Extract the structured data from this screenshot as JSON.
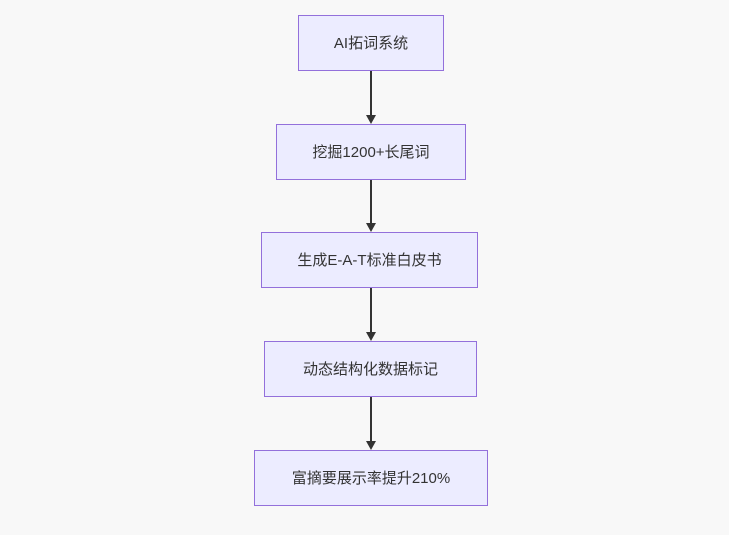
{
  "diagram": {
    "type": "flowchart",
    "direction": "top-down",
    "colors": {
      "background": "#f8f8f8",
      "node_fill": "#ECECFF",
      "node_border": "#9370DB",
      "arrow": "#333333",
      "text": "#333333"
    },
    "nodes": [
      {
        "id": "n1",
        "label": "AI拓词系统"
      },
      {
        "id": "n2",
        "label": "挖掘1200+长尾词"
      },
      {
        "id": "n3",
        "label": "生成E-A-T标准白皮书"
      },
      {
        "id": "n4",
        "label": "动态结构化数据标记"
      },
      {
        "id": "n5",
        "label": "富摘要展示率提升210%"
      }
    ],
    "edges": [
      {
        "from": "n1",
        "to": "n2"
      },
      {
        "from": "n2",
        "to": "n3"
      },
      {
        "from": "n3",
        "to": "n4"
      },
      {
        "from": "n4",
        "to": "n5"
      }
    ]
  }
}
